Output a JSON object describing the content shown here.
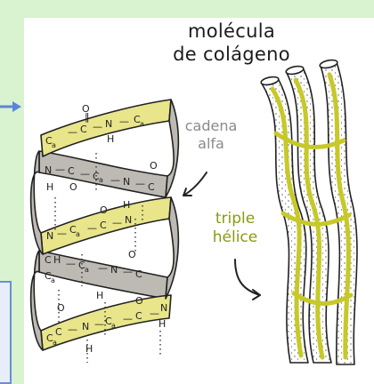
{
  "title": {
    "line1": "molécula",
    "line2": "de colágeno"
  },
  "labels": {
    "alpha_chain": {
      "line1": "cadena",
      "line2": "alfa"
    },
    "triple_helix": {
      "line1": "triple",
      "line2": "hélice"
    }
  },
  "colors": {
    "background": "#d9f2d0",
    "panel": "#ffffff",
    "ribbon_yellow": "#e8e58a",
    "ribbon_gray": "#bdb9b3",
    "strand_yellow": "#c6c928",
    "outline": "#222222",
    "alfa_label": "#8a8a8a",
    "triple_label": "#8a9a12",
    "left_arrow": "#5b86d6"
  }
}
